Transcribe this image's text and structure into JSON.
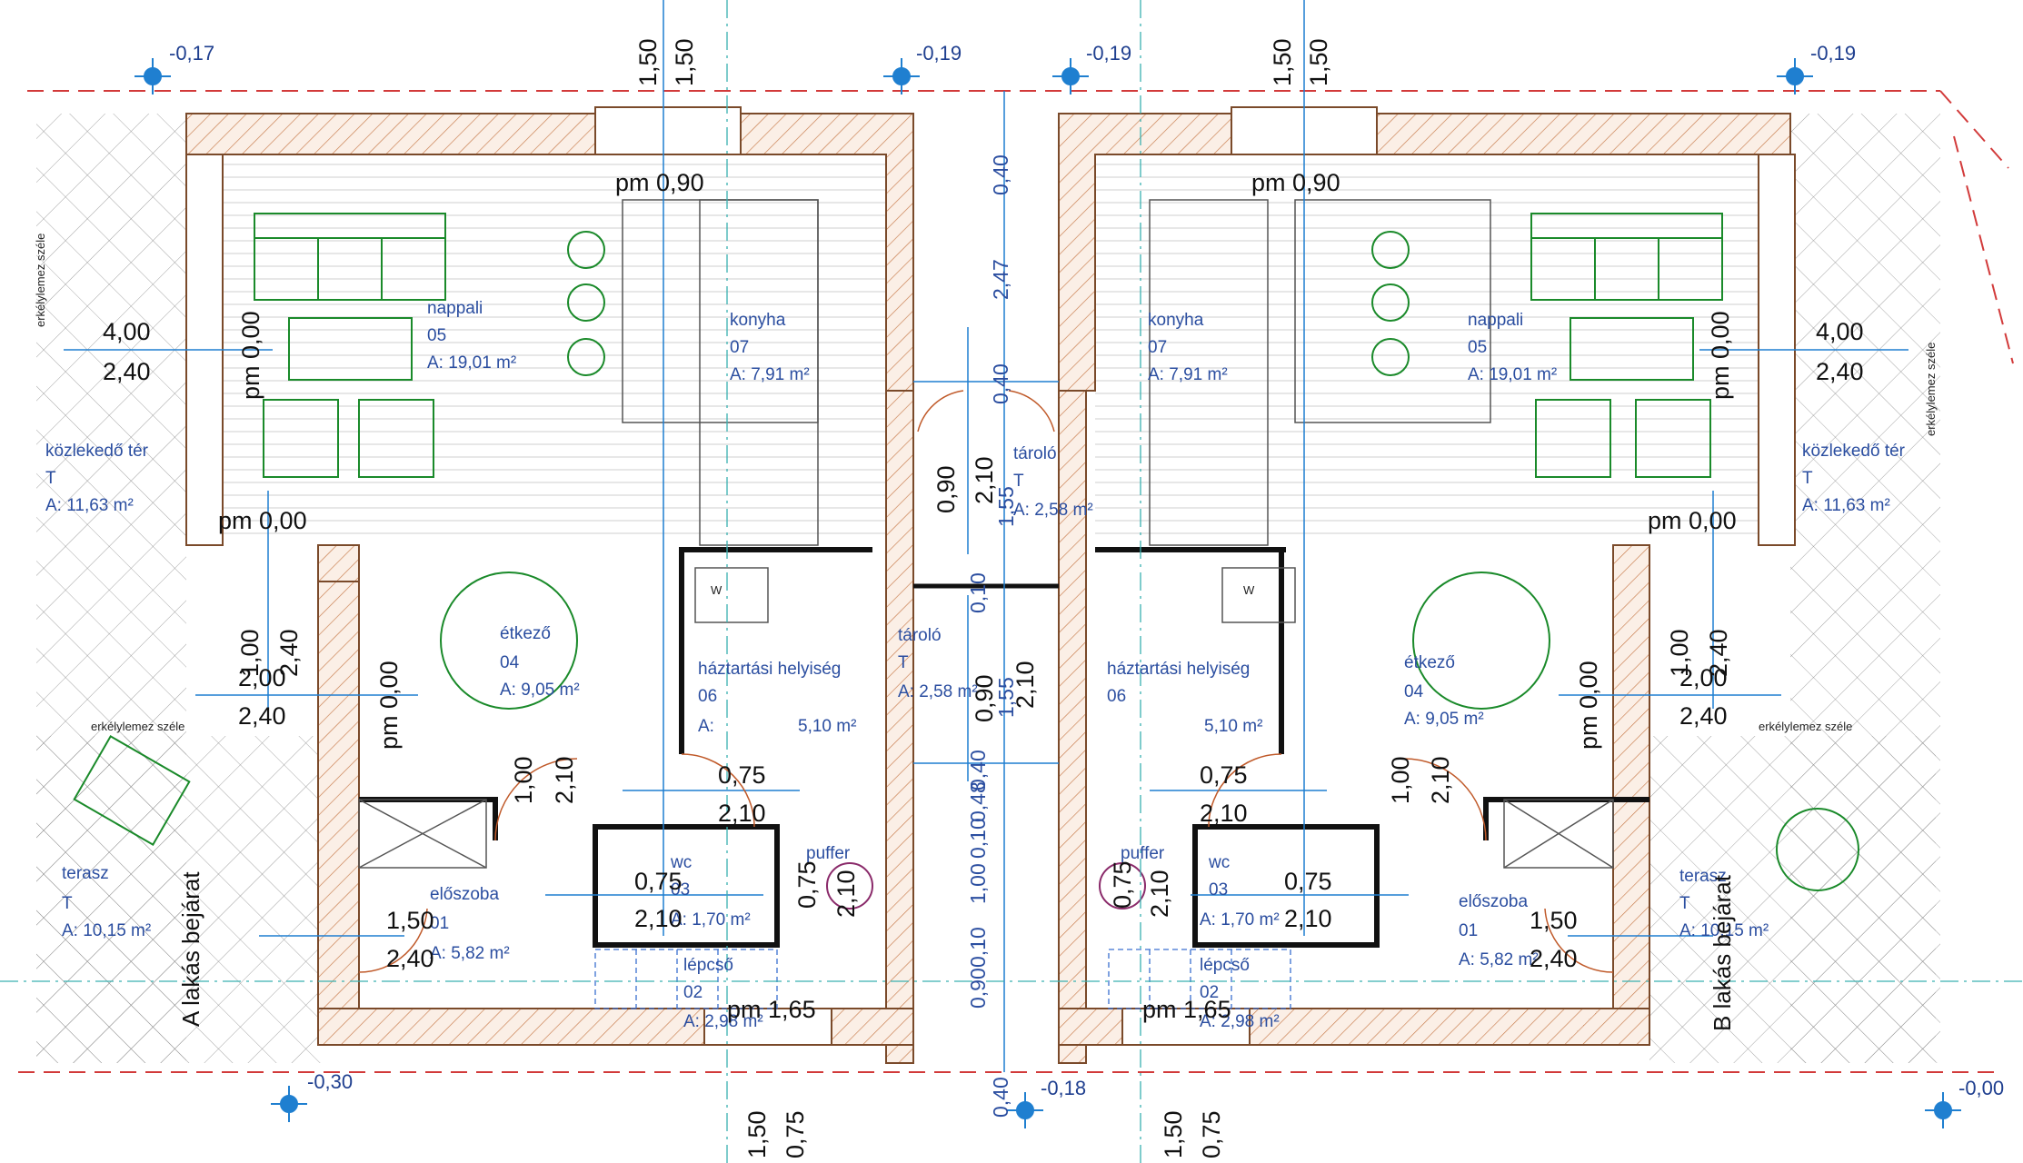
{
  "levels": {
    "top_left": "-0,17",
    "top_mid_left": "-0,19",
    "top_mid_right": "-0,19",
    "top_right": "-0,19",
    "bottom_left": "-0,30",
    "bottom_mid": "-0,18",
    "bottom_right": "-0,00"
  },
  "unit_a": {
    "nappali": {
      "name": "nappali",
      "num": "05",
      "area": "A: 19,01 m²"
    },
    "konyha": {
      "name": "konyha",
      "num": "07",
      "area": "A: 7,91 m²"
    },
    "kozlekedo": {
      "name": "közlekedő tér",
      "num": "T",
      "area": "A:   11,63 m²"
    },
    "etkezo": {
      "name": "étkező",
      "num": "04",
      "area": "A: 9,05 m²"
    },
    "haztartasi": {
      "name": "háztartási helyiség",
      "num": "06",
      "area": "A:",
      "area2": "5,10 m²"
    },
    "wc": {
      "name": "wc",
      "num": "03",
      "area": "A: 1,70 m²"
    },
    "eloszoba": {
      "name": "előszoba",
      "num": "01",
      "area": "A: 5,82 m²"
    },
    "lepcso": {
      "name": "lépcső",
      "num": "02",
      "area": "A: 2,98 m²"
    },
    "terasz": {
      "name": "terasz",
      "num": "T",
      "area": "A: 10,15 m²"
    },
    "puffer": "puffer",
    "entrance": "A lakás bejárat",
    "balcony_edge": "erkélylemez széle",
    "w_mark": "W"
  },
  "unit_b": {
    "nappali": {
      "name": "nappali",
      "num": "05",
      "area": "A: 19,01 m²"
    },
    "konyha": {
      "name": "konyha",
      "num": "07",
      "area": "A: 7,91 m²"
    },
    "kozlekedo": {
      "name": "közlekedő tér",
      "num": "T",
      "area": "A:   11,63 m²"
    },
    "etkezo": {
      "name": "étkező",
      "num": "04",
      "area": "A: 9,05 m²"
    },
    "haztartasi": {
      "name": "háztartási helyiség",
      "num": "06",
      "area": "5,10 m²"
    },
    "wc": {
      "name": "wc",
      "num": "03",
      "area": "A: 1,70 m²"
    },
    "eloszoba": {
      "name": "előszoba",
      "num": "01",
      "area": "A: 5,82 m²"
    },
    "lepcso": {
      "name": "lépcső",
      "num": "02",
      "area": "A: 2,98 m²"
    },
    "terasz": {
      "name": "terasz",
      "num": "T",
      "area": "A: 10,15 m²"
    },
    "puffer": "puffer",
    "entrance": "B lakás bejárat",
    "balcony_edge": "erkélylemez széle",
    "w_mark": "W"
  },
  "center": {
    "taroló_top": {
      "name": "tároló",
      "num": "T",
      "area": "A: 2,58 m²"
    },
    "taroló_bottom": {
      "name": "tároló",
      "num": "T",
      "area": "A: 2,58 m²"
    }
  },
  "dims": {
    "d400": "4,00",
    "d240": "2,40",
    "d200": "2,00",
    "d100": "1,00",
    "d150": "1,50",
    "d075": "0,75",
    "d210": "2,10",
    "d090": "0,90",
    "d165": "1,65",
    "d000": "0,00",
    "d040": "0,40",
    "d247": "2,47",
    "d155": "1,55",
    "d010": "0,10",
    "d048": "0,48"
  },
  "pm": "pm"
}
